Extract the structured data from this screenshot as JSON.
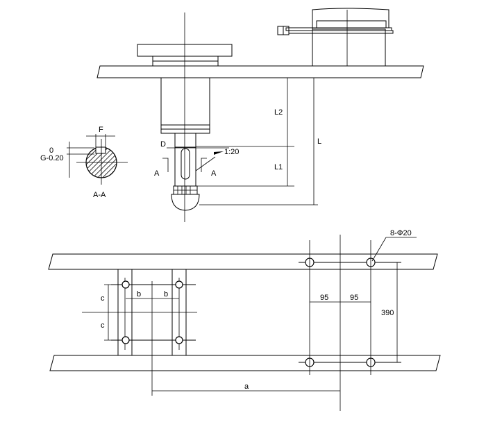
{
  "colors": {
    "stroke": "#000000",
    "background": "#ffffff"
  },
  "labels": {
    "L": "L",
    "L1": "L1",
    "L2": "L2",
    "D": "D",
    "F": "F",
    "taper": "1:20",
    "section_A_left": "A",
    "section_A_right": "A",
    "section_title": "A-A",
    "tol_upper": "0",
    "tol_lower": "G-0.20",
    "holes_callout": "8-Φ20",
    "dim_95_left": "95",
    "dim_95_right": "95",
    "dim_390": "390",
    "dim_a": "a",
    "dim_b_left": "b",
    "dim_b_right": "b",
    "dim_c_top": "c",
    "dim_c_bottom": "c"
  }
}
